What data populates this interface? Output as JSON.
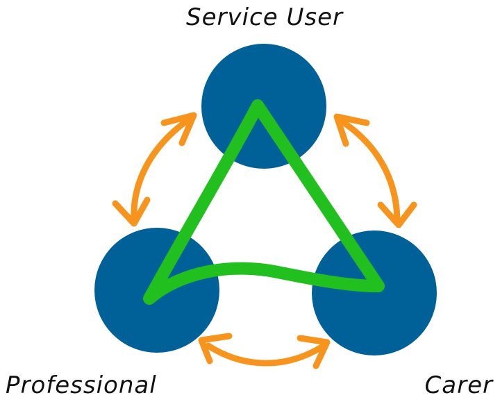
{
  "labels": {
    "top": "Service User",
    "bottom_left": "Professional",
    "bottom_right": "Carer"
  },
  "colors": {
    "node": "#006098",
    "triangle": "#22c01e",
    "arrow": "#f7941d",
    "text": "#111111",
    "background": "#ffffff"
  },
  "nodes": [
    {
      "id": "service-user",
      "label_ref": "labels.top"
    },
    {
      "id": "professional",
      "label_ref": "labels.bottom_left"
    },
    {
      "id": "carer",
      "label_ref": "labels.bottom_right"
    }
  ],
  "connections": [
    {
      "from": "service-user",
      "to": "professional",
      "arrow": "double-headed"
    },
    {
      "from": "service-user",
      "to": "carer",
      "arrow": "double-headed"
    },
    {
      "from": "professional",
      "to": "carer",
      "arrow": "double-headed"
    }
  ]
}
